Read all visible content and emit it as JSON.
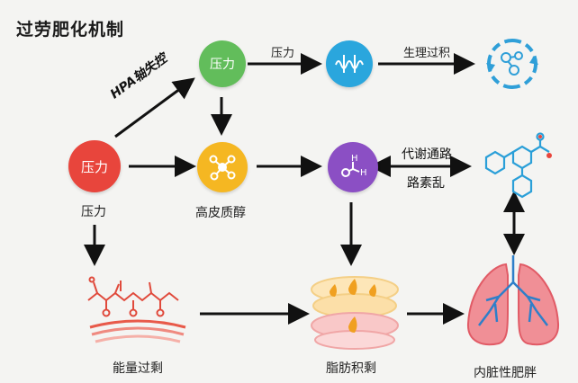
{
  "title": "过劳肥化机制",
  "nodes": {
    "stress_main": {
      "circle_text": "压力",
      "caption": "压力",
      "color": "#e8453c"
    },
    "stress_top": {
      "circle_text": "压力",
      "color": "#62bd5b"
    },
    "wave_icon": {
      "color": "#2aa6dd",
      "icon": "oscillation-icon"
    },
    "cycle_icon": {
      "color": "#2f9fd8",
      "icon": "cycle-molecule-icon"
    },
    "cortisol": {
      "caption": "高皮质醇",
      "color": "#f5b722",
      "icon": "molecule-icon"
    },
    "metabolic": {
      "color": "#8b4fc4",
      "icon": "water-molecule-icon"
    },
    "energy_excess": {
      "caption": "能量过剩",
      "icon": "fatty-acid-chain-icon"
    },
    "fat_accum": {
      "caption": "脂肪积剩",
      "icon": "fat-droplet-icon"
    },
    "visceral": {
      "caption": "内脏性肥胖",
      "icon": "lungs-icon"
    },
    "aromatic": {
      "icon": "aromatic-molecule-icon"
    }
  },
  "edges": {
    "hpa": "HPA轴失控",
    "top_stress": "压力",
    "physio": "生理过积",
    "metabolic_line1": "代谢通路",
    "metabolic_line2": "路素乱"
  }
}
